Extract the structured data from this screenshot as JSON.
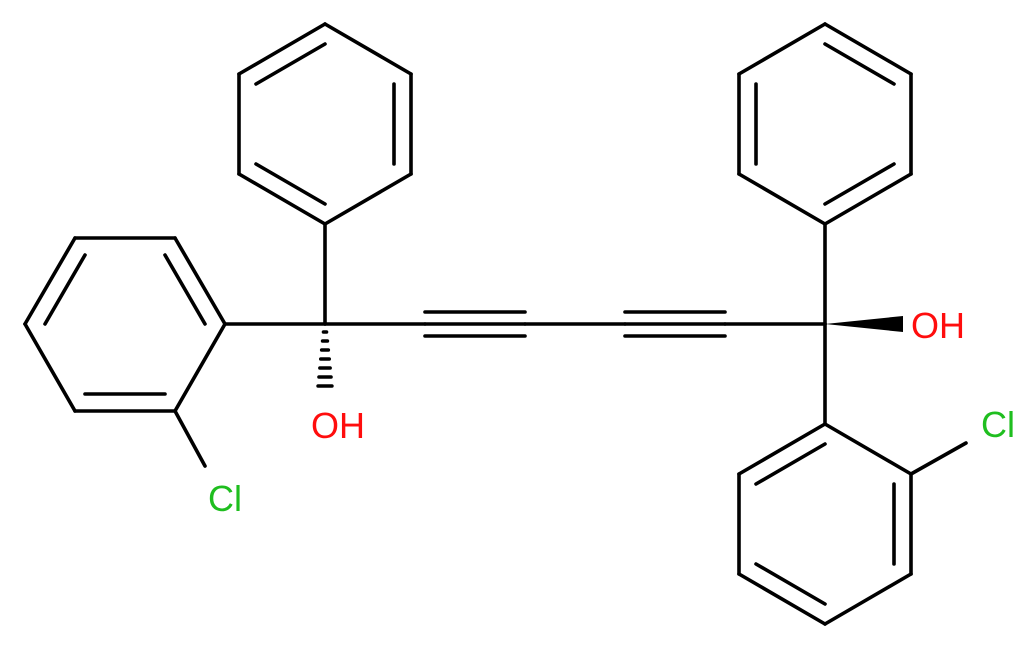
{
  "molecule": {
    "atoms": {
      "oh_left": "OH",
      "oh_right": "OH",
      "cl_left": "Cl",
      "cl_right": "Cl"
    },
    "colors": {
      "bond": "#000000",
      "oxygen": "#ff0d0d",
      "chlorine": "#1fbe1f"
    }
  }
}
